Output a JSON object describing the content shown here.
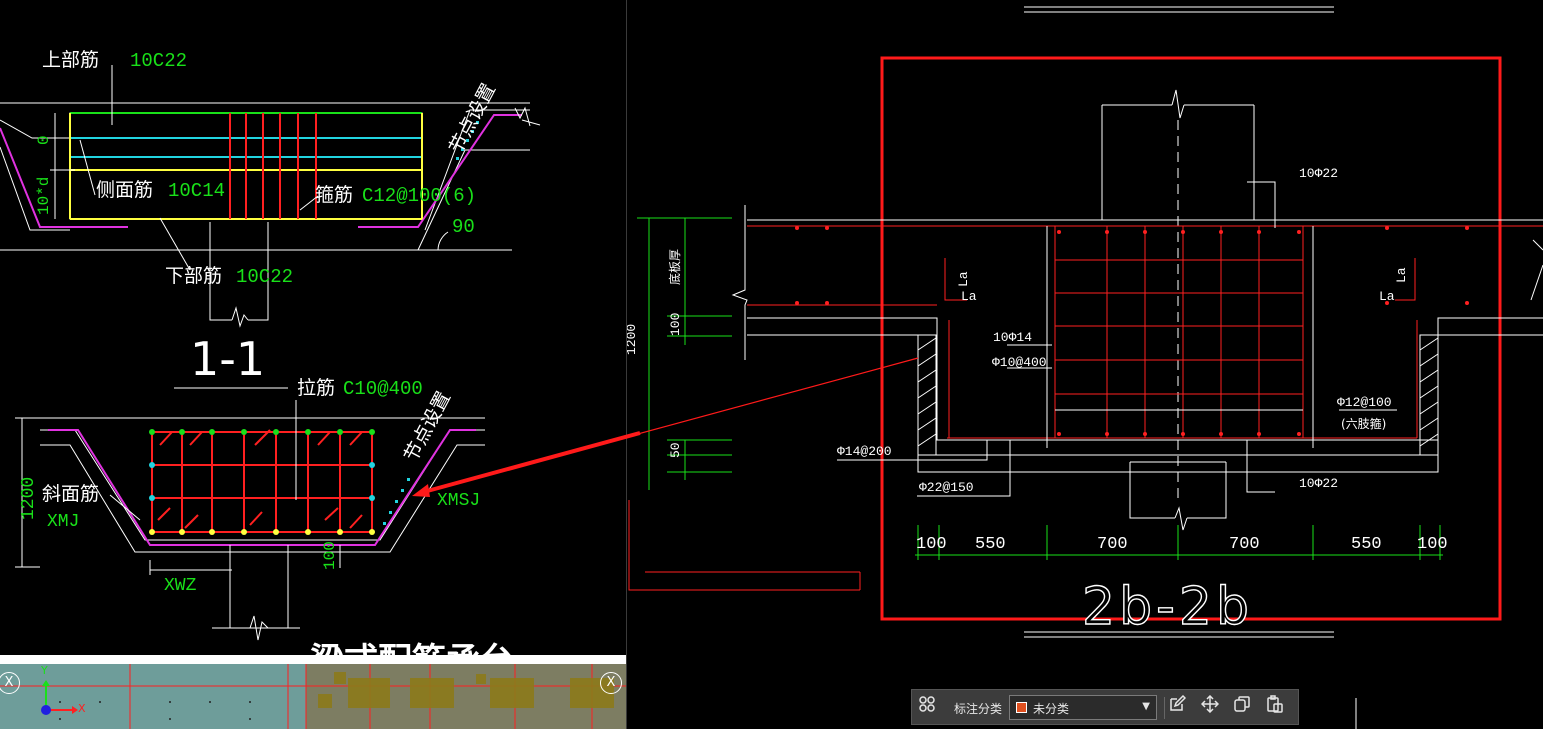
{
  "left_drawing": {
    "section_1_1": {
      "top_rebar_label": "上部筋",
      "top_rebar_value": "10C22",
      "side_rebar_label": "侧面筋",
      "side_rebar_value": "10C14",
      "stirrup_label": "箍筋",
      "stirrup_value": "C12@100(6)",
      "bottom_rebar_label": "下部筋",
      "bottom_rebar_value": "10C22",
      "node_setting": "节点设置",
      "dim_zero": "0",
      "dim_10d": "10*d",
      "angle": "90",
      "section_title": "1-1"
    },
    "section_2": {
      "tie_label": "拉筋",
      "tie_value": "C10@400",
      "node_setting": "节点设置",
      "slope_label": "斜面筋",
      "slope_code": "XMJ",
      "slope_code_right": "XMSJ",
      "bottom_code": "XWZ",
      "dim_1200": "1200",
      "dim_100": "100",
      "partial_title": "梁式配筋承台"
    }
  },
  "thumbnail": {
    "close_left": "X",
    "close_right": "X",
    "axis_y": "Y",
    "axis_x": "X"
  },
  "right_drawing": {
    "label_10phi22_top": "10Φ22",
    "label_10phi22_bottom": "10Φ22",
    "label_10phi14": "10Φ14",
    "label_phi10_400": "Φ10@400",
    "label_phi12_100": "Φ12@100",
    "label_six_legs": "(六肢箍)",
    "label_phi14_200": "Φ14@200",
    "label_phi22_150": "Φ22@150",
    "label_la_left_a": "La",
    "label_la_left_b": "La",
    "label_la_right_a": "La",
    "label_la_right_b": "La",
    "label_slab_thickness": "底板厚",
    "dim_left_100": "100",
    "dim_left_50": "50",
    "dim_left_1200": "1200",
    "dims_bottom": [
      "100",
      "550",
      "700",
      "700",
      "550",
      "100"
    ],
    "section_title": "2b-2b"
  },
  "annotation_toolbar": {
    "category_label": "标注分类",
    "category_value": "未分类",
    "swatch_color": "#e0501f",
    "icons": [
      "grid-icon",
      "edit-icon",
      "move-icon",
      "copy-icon",
      "paste-icon"
    ]
  },
  "colors": {
    "background": "#000000",
    "rebar_red": "#ff2020",
    "text_green": "#19e019",
    "text_white": "#ffffff",
    "cyan": "#21d4e0",
    "magenta": "#e032e0",
    "yellow": "#ffff40",
    "highlight_box": "#ff1a1a"
  }
}
